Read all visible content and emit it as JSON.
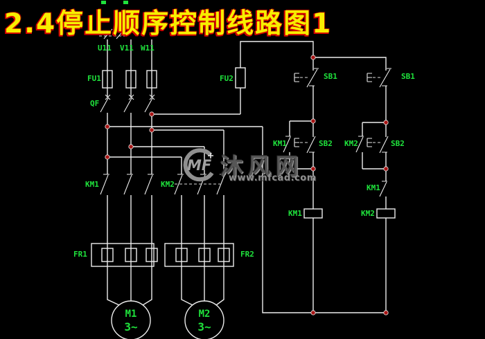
{
  "title": "2.4停止顺序控制线路图1",
  "supply": {
    "u": "U11",
    "v": "V11",
    "w": "W11"
  },
  "main": {
    "fuse": "FU1",
    "breaker": "QF",
    "km1": "KM1",
    "km2": "KM2",
    "fr1": "FR1",
    "fr2": "FR2",
    "m1": "M1",
    "m1_phase": "3~",
    "m2": "M2",
    "m2_phase": "3~"
  },
  "control": {
    "fuse": "FU2",
    "stop_left": "SB1",
    "stop_right": "SB1",
    "hold_left": "KM1",
    "start_left": "SB2",
    "hold_right": "KM2",
    "start_right": "SB2",
    "interlock": "KM1",
    "coil_left": "KM1",
    "coil_right": "KM2"
  },
  "watermark": {
    "logo": "MF",
    "name": "沐风网",
    "url": "www.mfcad.com"
  },
  "colors": {
    "bg": "#000000",
    "wire": "#ededed",
    "label": "#1fe23c",
    "title_fill": "#f7ee00",
    "title_edge": "#d40000",
    "dot": "#a81414",
    "watermark_gray": "#8a8a8a"
  }
}
